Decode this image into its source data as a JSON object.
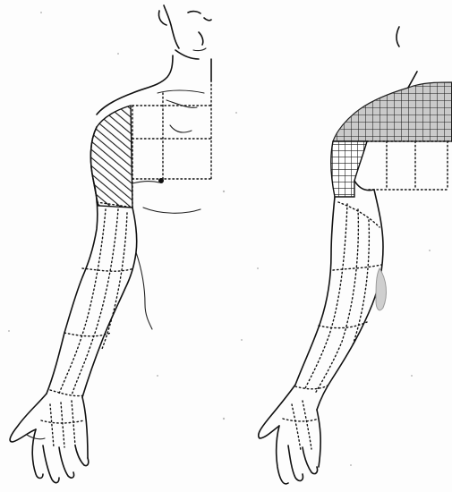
{
  "figure": {
    "panels": [
      {
        "id": "front-view",
        "region_pattern": "diagonal-hatch"
      },
      {
        "id": "back-view",
        "region_pattern": "crosshatch-grid",
        "highlight": "gray-band"
      }
    ],
    "colors": {
      "line": "#111111",
      "hatch": "#1a1a1a",
      "grid_shade": "#c8c8c8",
      "band_shade": "#cfcfcf",
      "paper": "#fdfdfd"
    }
  }
}
